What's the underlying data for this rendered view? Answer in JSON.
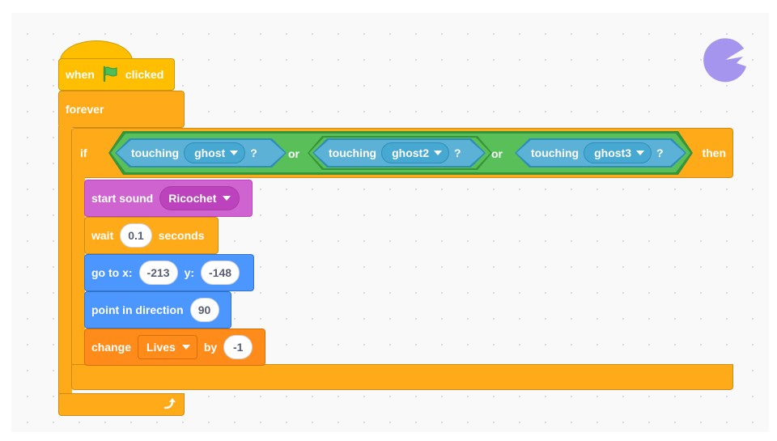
{
  "hat": {
    "when": "when",
    "clicked": "clicked",
    "flag_icon": "green-flag-icon"
  },
  "forever": {
    "label": "forever",
    "loop_icon": "loop-arrow-icon"
  },
  "if_block": {
    "if_label": "if",
    "then_label": "then",
    "or_1": "or",
    "or_2": "or",
    "touch_1": {
      "label": "touching",
      "target": "ghost",
      "q": "?"
    },
    "touch_2": {
      "label": "touching",
      "target": "ghost2",
      "q": "?"
    },
    "touch_3": {
      "label": "touching",
      "target": "ghost3",
      "q": "?"
    }
  },
  "sound": {
    "label": "start sound",
    "value": "Ricochet"
  },
  "wait": {
    "label": "wait",
    "value": "0.1",
    "unit": "seconds"
  },
  "goto": {
    "label": "go to x:",
    "x": "-213",
    "y_label": "y:",
    "y": "-148"
  },
  "point": {
    "label": "point in direction",
    "value": "90"
  },
  "change": {
    "label": "change",
    "variable": "Lives",
    "by": "by",
    "value": "-1"
  },
  "colors": {
    "events": "#ffbf00",
    "control": "#ffab19",
    "operators": "#59c059",
    "sensing": "#5cb1d6",
    "sound": "#cf63cf",
    "motion": "#4c97ff",
    "variables": "#ff8c1a",
    "stage_logo": "#a695ef"
  },
  "stage_icon": "pac-man-logo-icon"
}
